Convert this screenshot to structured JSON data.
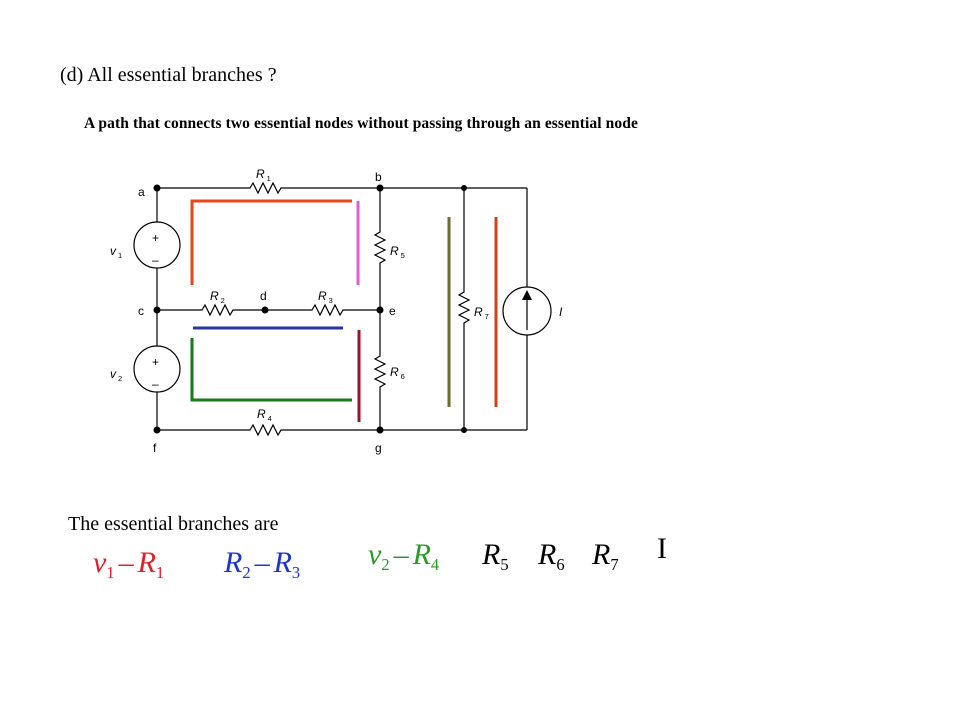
{
  "question_title": "(d) All essential branches ?",
  "definition": "A path that connects two essential nodes without passing through an essential node",
  "branches_heading": "The essential branches are",
  "circuit": {
    "nodes": {
      "a": "a",
      "b": "b",
      "c": "c",
      "d": "d",
      "e": "e",
      "f": "f",
      "g": "g"
    },
    "components": {
      "R1": {
        "sym": "R",
        "sub": "1"
      },
      "R2": {
        "sym": "R",
        "sub": "2"
      },
      "R3": {
        "sym": "R",
        "sub": "3"
      },
      "R4": {
        "sym": "R",
        "sub": "4"
      },
      "R5": {
        "sym": "R",
        "sub": "5"
      },
      "R6": {
        "sym": "R",
        "sub": "6"
      },
      "R7": {
        "sym": "R",
        "sub": "7"
      },
      "v1": {
        "sym": "v",
        "sub": "1"
      },
      "v2": {
        "sym": "v",
        "sub": "2"
      },
      "I": "I",
      "plus": "+",
      "minus": "–"
    },
    "highlight_colors": {
      "v1_R1": "#e8461c",
      "R5": "#e85ad8",
      "R2_R3": "#2a36a8",
      "v2_R4": "#1a7a1a",
      "R6": "#a0102a",
      "R7": "#6b6b2a",
      "I": "#d2401c"
    }
  },
  "branches": {
    "b1": {
      "v": "v",
      "v_sub": "1",
      "op": "–",
      "r": "R",
      "r_sub": "1",
      "color": "#e0202a"
    },
    "b2": {
      "r1": "R",
      "r1_sub": "2",
      "op": "–",
      "r2": "R",
      "r2_sub": "3",
      "color": "#1c33cc"
    },
    "b3": {
      "v": "v",
      "v_sub": "2",
      "op": "–",
      "r": "R",
      "r_sub": "4",
      "color": "#2a9a2a"
    },
    "b5": {
      "r": "R",
      "r_sub": "5"
    },
    "b6": {
      "r": "R",
      "r_sub": "6"
    },
    "b7": {
      "r": "R",
      "r_sub": "7"
    },
    "bI": "I"
  }
}
